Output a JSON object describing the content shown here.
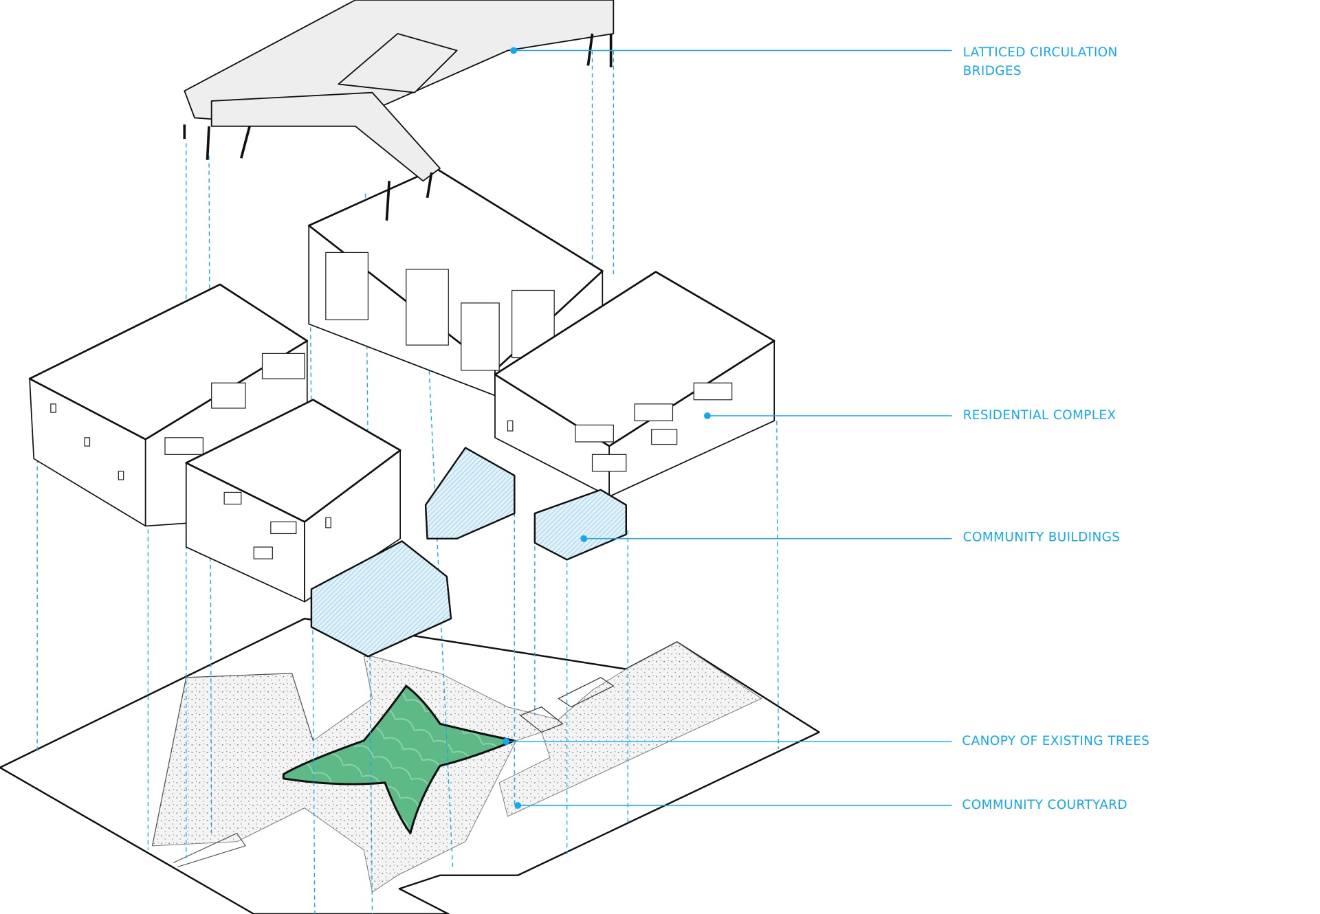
{
  "labels": {
    "bridges_line1": "LATTICED CIRCULATION",
    "bridges_line2": "BRIDGES",
    "residential": "RESIDENTIAL COMPLEX",
    "community_buildings": "COMMUNITY BUILDINGS",
    "canopy": "CANOPY OF EXISTING TREES",
    "courtyard": "COMMUNITY COURTYARD"
  },
  "colors": {
    "accent": "#12a9ef",
    "canopy": "#5dba86",
    "line": "#111111"
  }
}
